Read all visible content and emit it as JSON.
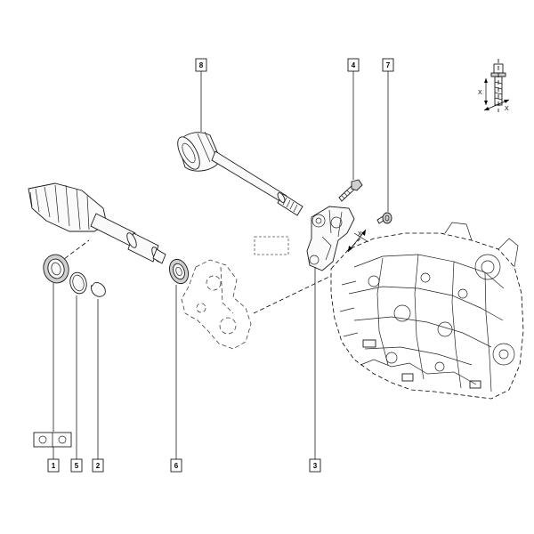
{
  "callouts": [
    {
      "id": "c1",
      "label": "1"
    },
    {
      "id": "c2",
      "label": "2"
    },
    {
      "id": "c3",
      "label": "3"
    },
    {
      "id": "c4",
      "label": "4"
    },
    {
      "id": "c5",
      "label": "5"
    },
    {
      "id": "c6",
      "label": "6"
    },
    {
      "id": "c7",
      "label": "7"
    },
    {
      "id": "c8",
      "label": "8"
    }
  ],
  "inset": {
    "axis_labels": [
      "X",
      "X"
    ]
  },
  "colors": {
    "line": "#1a1a1a",
    "shade": "#cfcfcf",
    "background": "#ffffff"
  }
}
